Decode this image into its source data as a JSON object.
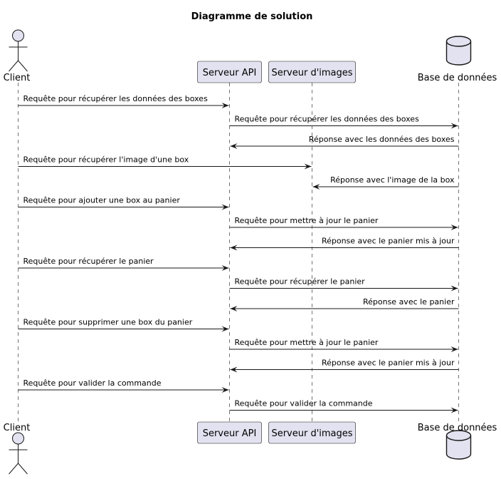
{
  "title": "Diagramme de solution",
  "participants": [
    {
      "id": "client",
      "label": "Client",
      "kind": "actor"
    },
    {
      "id": "api",
      "label": "Serveur API",
      "kind": "participant"
    },
    {
      "id": "img",
      "label": "Serveur d'images",
      "kind": "participant"
    },
    {
      "id": "db",
      "label": "Base de données",
      "kind": "database"
    }
  ],
  "messages": [
    {
      "from": "client",
      "to": "api",
      "label": "Requête pour récupérer les données des boxes"
    },
    {
      "from": "api",
      "to": "db",
      "label": "Requête pour récupérer les données des boxes"
    },
    {
      "from": "db",
      "to": "api",
      "label": "Réponse avec les données des boxes"
    },
    {
      "from": "client",
      "to": "img",
      "label": "Requête pour récupérer l'image d'une box"
    },
    {
      "from": "db",
      "to": "img",
      "label": "Réponse avec l'image de la box"
    },
    {
      "from": "client",
      "to": "api",
      "label": "Requête pour ajouter une box au panier"
    },
    {
      "from": "api",
      "to": "db",
      "label": "Requête pour mettre à jour le panier"
    },
    {
      "from": "db",
      "to": "api",
      "label": "Réponse avec le panier mis à jour"
    },
    {
      "from": "client",
      "to": "api",
      "label": "Requête pour récupérer le panier"
    },
    {
      "from": "api",
      "to": "db",
      "label": "Requête pour récupérer le panier"
    },
    {
      "from": "db",
      "to": "api",
      "label": "Réponse avec le panier"
    },
    {
      "from": "client",
      "to": "api",
      "label": "Requête pour supprimer une box du panier"
    },
    {
      "from": "api",
      "to": "db",
      "label": "Requête pour mettre à jour le panier"
    },
    {
      "from": "db",
      "to": "api",
      "label": "Réponse avec le panier mis à jour"
    },
    {
      "from": "client",
      "to": "api",
      "label": "Requête pour valider la commande"
    },
    {
      "from": "api",
      "to": "db",
      "label": "Requête pour valider la commande"
    }
  ]
}
